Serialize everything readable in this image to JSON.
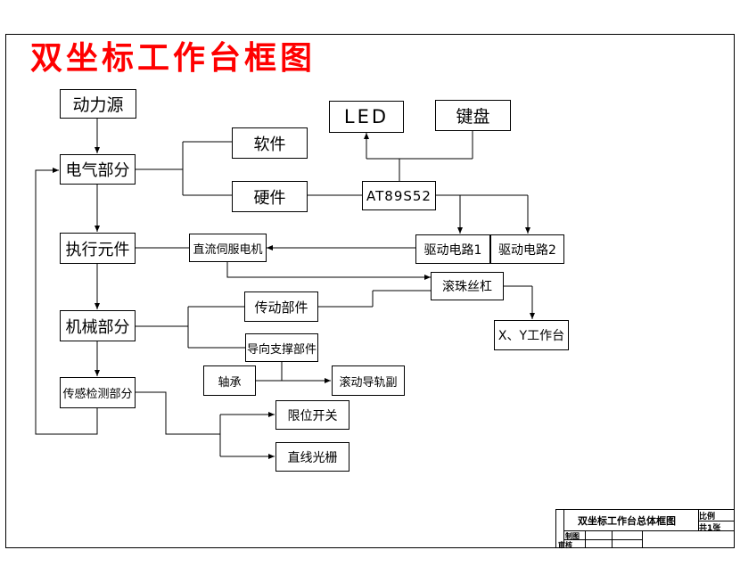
{
  "diagram": {
    "title": "双坐标工作台框图",
    "nodes": {
      "power": "动力源",
      "electrical": "电气部分",
      "software": "软件",
      "hardware": "硬件",
      "mcu": "AT89S52",
      "led": "LED",
      "keyboard": "键盘",
      "actuator": "执行元件",
      "servo_motor": "直流伺服电机",
      "driver1": "驱动电路1",
      "driver2": "驱动电路2",
      "ball_screw": "滚珠丝杠",
      "xy_table": "X、Y工作台",
      "mechanical": "机械部分",
      "transmission": "传动部件",
      "guide_support": "导向支撑部件",
      "bearing": "轴承",
      "rolling_guide": "滚动导轨副",
      "sensing": "传感检测部分",
      "limit_switch": "限位开关",
      "linear_grating": "直线光栅"
    }
  },
  "title_block": {
    "name": "双坐标工作台总体框图",
    "scale_label": "比例",
    "drawing_no_label": "共1张",
    "drawn_by_label": "制图",
    "reviewed_by_label": "审核"
  }
}
